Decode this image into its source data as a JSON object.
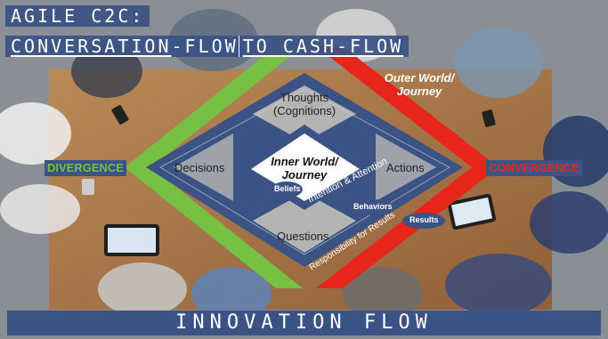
{
  "title": {
    "line1_part1": "AGILE C2C",
    "line1_part2": ":",
    "line2_part1": "CONVERSATION",
    "line2_part2": "-FLOW ",
    "line2_part3": "TO CASH-FLOW"
  },
  "footer": {
    "label": "INNOVATION FLOW"
  },
  "diagram": {
    "outer_world": "Outer World/ Journey",
    "inner_world": "Inner World/ Journey",
    "thoughts": "Thoughts",
    "cognitions": "(Cognitions)",
    "decisions": "Decisions",
    "actions": "Actions",
    "questions": "Questions",
    "beliefs": "Beliefs",
    "behaviors": "Behaviors",
    "results": "Results",
    "intention_attention": "Intention & Attention",
    "responsibility": "Responsibility for Results",
    "divergence": "DIVERGENCE",
    "convergence": "CONVERGENCE"
  },
  "colors": {
    "green": "#76c043",
    "red": "#e8251a",
    "navy": "#3a5284",
    "quad": "#b4b4b4",
    "table": "#a87a4c"
  }
}
